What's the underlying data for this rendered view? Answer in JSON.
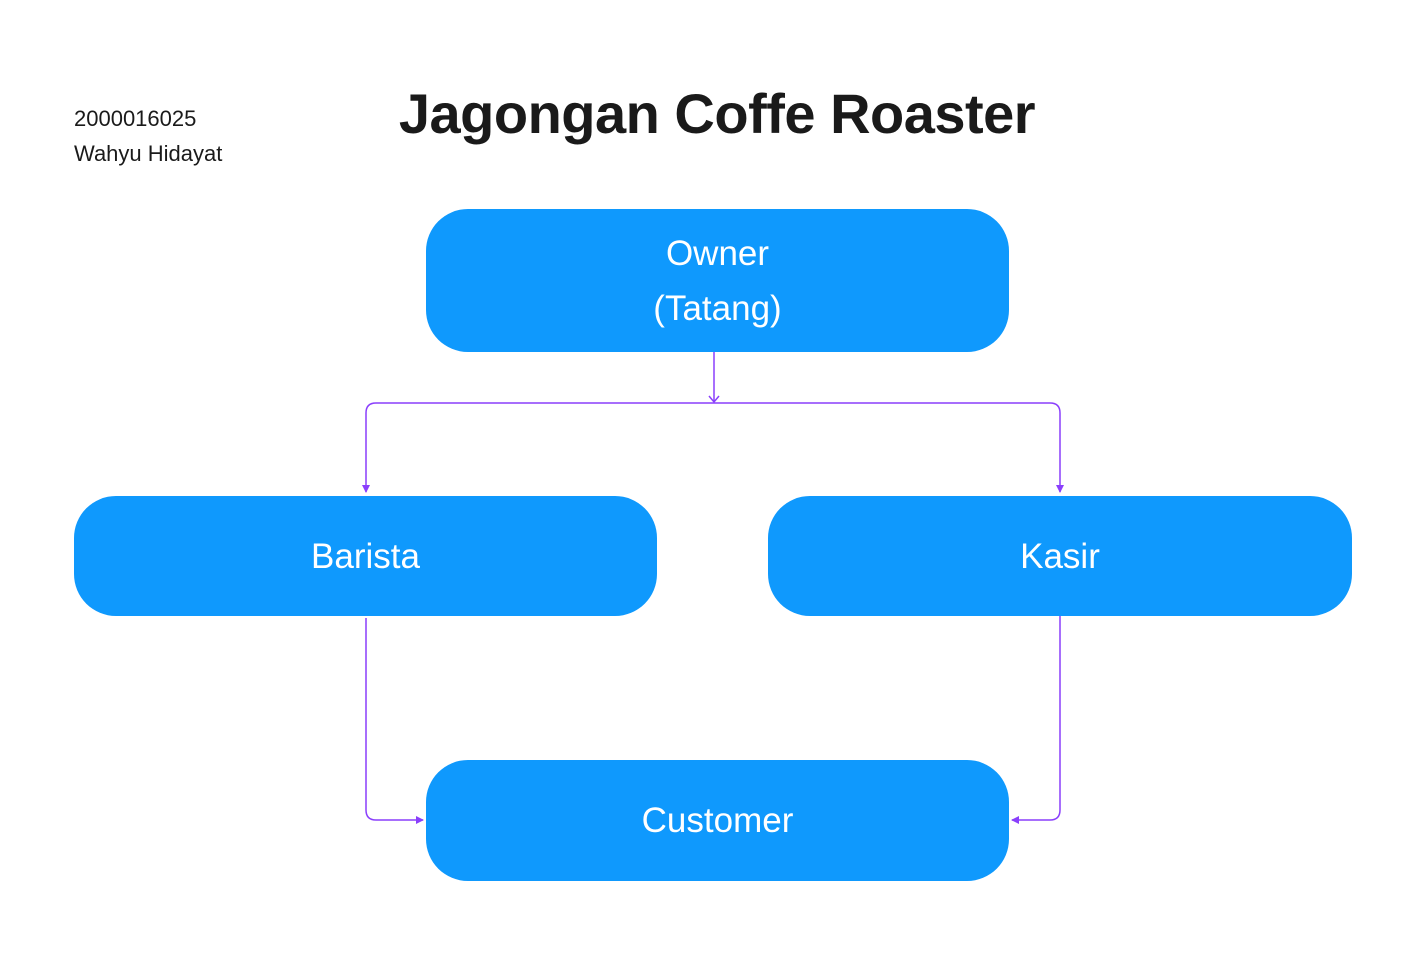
{
  "header": {
    "student_id": "2000016025",
    "student_name": "Wahyu Hidayat",
    "title": "Jagongan Coffe Roaster"
  },
  "nodes": {
    "owner": {
      "line1": "Owner",
      "line2": "(Tatang)"
    },
    "barista": {
      "label": "Barista"
    },
    "kasir": {
      "label": "Kasir"
    },
    "customer": {
      "label": "Customer"
    }
  },
  "edges": [
    {
      "from": "owner",
      "to": "barista"
    },
    {
      "from": "owner",
      "to": "kasir"
    },
    {
      "from": "barista",
      "to": "customer"
    },
    {
      "from": "kasir",
      "to": "customer"
    }
  ],
  "colors": {
    "node_fill": "#0f99fd",
    "node_text": "#ffffff",
    "connector": "#8a3ffc",
    "text": "#1a1a1a",
    "background": "#ffffff"
  }
}
